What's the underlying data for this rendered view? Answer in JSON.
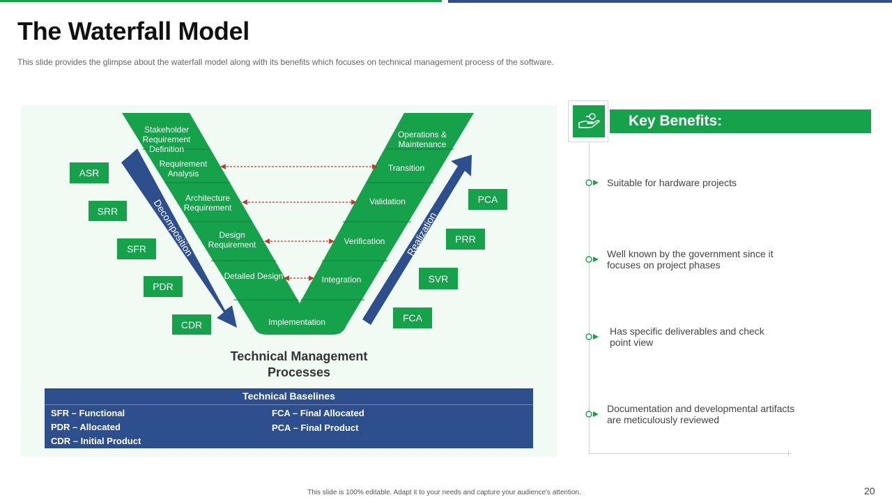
{
  "header": {
    "title": "The Waterfall Model",
    "subtitle": "This slide provides  the glimpse about the waterfall  model along with its benefits which focuses on technical management  process of the software."
  },
  "diagram": {
    "left_stages": {
      "stakeholder": "Stakeholder Requirement Definition",
      "requirement_analysis": "Requirement Analysis",
      "architecture": "Architecture Requirement",
      "design": "Design Requirement",
      "detailed_design": "Detailed Design"
    },
    "bottom_stage": "Implementation",
    "right_stages": {
      "operations": "Operations & Maintenance",
      "transition": "Transition",
      "validation": "Validation",
      "verification": "Verification",
      "integration": "Integration"
    },
    "decomposition_label": "Decomposition",
    "realization_label": "Realization",
    "left_tags": [
      "ASR",
      "SRR",
      "SFR",
      "PDR",
      "CDR"
    ],
    "right_tags": [
      "PCA",
      "PRR",
      "SVR",
      "FCA"
    ],
    "caption": "Technical Management Processes"
  },
  "baselines": {
    "header": "Technical Baselines",
    "left": [
      "SFR – Functional",
      "PDR – Allocated",
      "CDR – Initial Product"
    ],
    "right": [
      "FCA – Final Allocated",
      "PCA – Final Product"
    ]
  },
  "key_benefits": {
    "title": "Key Benefits:",
    "items": [
      "Suitable for hardware projects",
      "Well known by the government since it focuses on project phases",
      "Has specific deliverables and check point view",
      "Documentation and developmental artifacts are meticulously reviewed"
    ]
  },
  "footer": {
    "note": "This slide is 100% editable. Adapt it to your needs and capture your audience's attention.",
    "page_number": "20"
  },
  "colors": {
    "green": "#15a24a",
    "blue": "#2d4f8e",
    "arrow_red": "#c0392b"
  }
}
